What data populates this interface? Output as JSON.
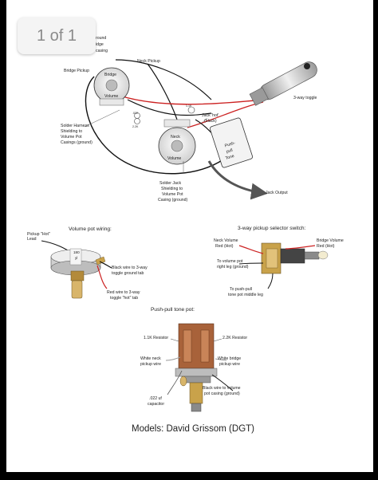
{
  "page_indicator": "1 of 1",
  "colors": {
    "hot_wire": "#cc2222",
    "ground_wire": "#111111",
    "pot_brass": "#c9a24a",
    "background": "#ffffff"
  },
  "main_diagram": {
    "ground_partial_1": "round",
    "ground_partial_2": "idge",
    "ground_partial_3": "casing",
    "bridge_pickup": "Bridge Pickup",
    "neck_pickup": "Neck Pickup",
    "bridge_pot": "Bridge",
    "volume_pot_1": "Volume",
    "neck_pot": "Neck",
    "volume_pot_2": "Volume",
    "toggle": "3-way toggle",
    "jack_hot_1": "Jack 'hot'",
    "jack_hot_2": "(black)",
    "solder_harness_1": "Solder Harness",
    "solder_harness_2": "Shielding to",
    "solder_harness_3": "Volume Pot",
    "solder_harness_4": "Casings (ground)",
    "push_pull_1": "Push-",
    "push_pull_2": "pull",
    "push_pull_3": "Tone",
    "solder_jack_1": "Solder Jack",
    "solder_jack_2": "Shielding to",
    "solder_jack_3": "Volume Pot",
    "solder_jack_4": "Casing (ground)",
    "jack_output": "Jack Output",
    "small_value_1": ".022",
    "small_value_2": "1.1K",
    "small_value_3": "2.2K"
  },
  "volume_pot": {
    "title": "Volume pot wiring:",
    "pickup_hot_1": "Pickup \"Hot\"",
    "pickup_hot_2": "Lead",
    "pot_value_1": "180",
    "pot_value_2": "yl",
    "black_wire_1": "Black wire to 3-way",
    "black_wire_2": "toggle ground tab",
    "red_wire_1": "Red wire to 3-way",
    "red_wire_2": "toggle \"hot\" tab"
  },
  "selector_switch": {
    "title": "3-way pickup selector switch:",
    "neck_volume_1": "Neck Volume",
    "neck_volume_2": "Red (Hot)",
    "bridge_volume_1": "Bridge Volume",
    "bridge_volume_2": "Red (Hot)",
    "pot_right_1": "To volume pot",
    "pot_right_2": "right leg (ground)",
    "push_pull_1": "To push-pull",
    "push_pull_2": "tone pot middle leg"
  },
  "tone_pot": {
    "title": "Push-pull tone pot:",
    "resistor_1": "1.1K Resistor",
    "resistor_2": "2.2K Resistor",
    "white_neck_1": "White neck",
    "white_neck_2": "pickup wire",
    "white_bridge_1": "White bridge",
    "white_bridge_2": "pickup wire",
    "black_wire_1": "Black wire to volume",
    "black_wire_2": "pot casing (ground)",
    "capacitor_1": ".022 uf",
    "capacitor_2": "capacitor"
  },
  "models": "Models: David Grissom (DGT)"
}
